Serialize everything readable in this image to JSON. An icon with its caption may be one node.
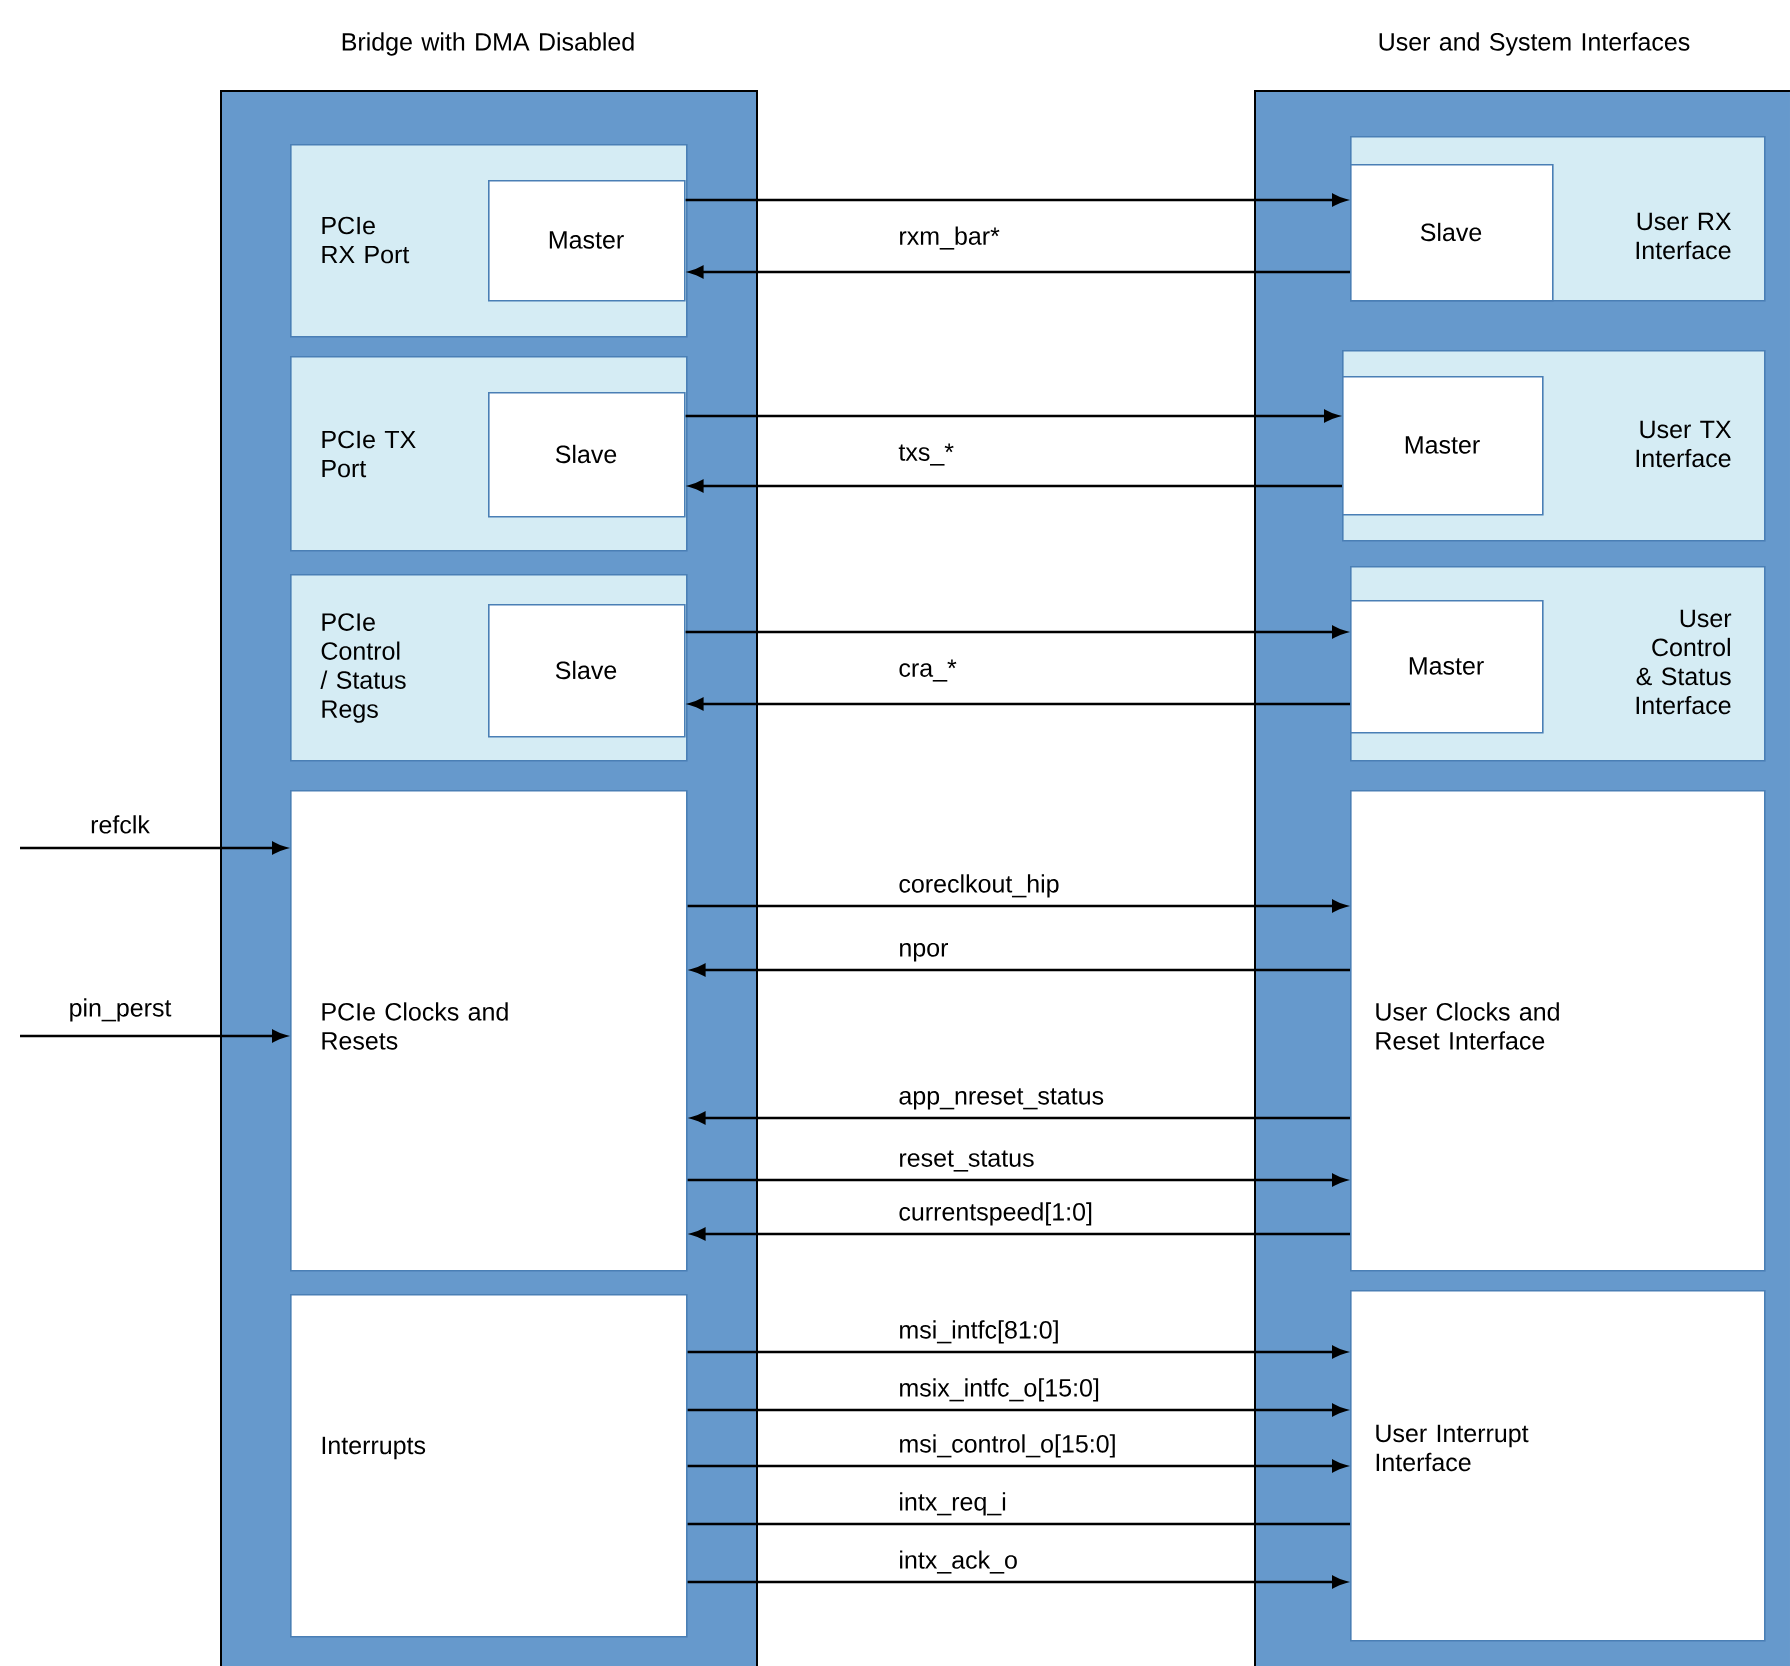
{
  "diagram": {
    "nodes": [
      {
        "text": [
          "Bridge with DMA Disabled"
        ]
      },
      {
        "text": [
          "PCIe RX Port"
        ],
        "in": 0
      },
      {
        "text": [
          "Master"
        ],
        "in": 1
      },
      {
        "text": [
          "PCIe TX Port"
        ],
        "in": 0
      },
      {
        "text": [
          "Slave"
        ],
        "in": 3
      },
      {
        "text": [
          "PCIe Control / Status Regs"
        ],
        "in": 0
      },
      {
        "text": [
          "Slave"
        ],
        "in": 5
      },
      {
        "text": [
          "PCIe Clocks and Resets"
        ],
        "in": 0
      },
      {
        "text": [
          "Interrupts"
        ],
        "in": 0
      },
      {
        "text": [
          "User and System Interfaces"
        ]
      },
      {
        "text": [
          "User RX Interface"
        ],
        "in": 9
      },
      {
        "text": [
          "Slave"
        ],
        "in": 10
      },
      {
        "text": [
          "User TX Interface"
        ],
        "in": 9
      },
      {
        "text": [
          "Master"
        ],
        "in": 12
      },
      {
        "text": [
          "User Control & Status Interface"
        ],
        "in": 9
      },
      {
        "text": [
          "Master"
        ],
        "in": 14
      },
      {
        "text": [
          "User Clocks and Reset Interface"
        ],
        "in": 9
      },
      {
        "text": [
          "User Interrupt Interface"
        ],
        "in": 9
      }
    ],
    "edges": [
      {
        "from": 2,
        "to": 11,
        "arrow": "to",
        "label": "rxm_bar*"
      },
      {
        "from": 11,
        "to": 2,
        "arrow": "to"
      },
      {
        "from": 4,
        "to": 13,
        "arrow": "to",
        "label": "txs_*"
      },
      {
        "from": 13,
        "to": 4,
        "arrow": "to"
      },
      {
        "from": 6,
        "to": 15,
        "arrow": "to",
        "label": "cra_*"
      },
      {
        "from": 15,
        "to": 6,
        "arrow": "to"
      },
      {
        "from": null,
        "to": 7,
        "arrow": "to",
        "label": "refclk"
      },
      {
        "from": null,
        "to": 7,
        "arrow": "to",
        "label": "pin_perst"
      },
      {
        "from": 7,
        "to": 16,
        "arrow": "to",
        "label": "coreclkout_hip"
      },
      {
        "from": 16,
        "to": 7,
        "arrow": "to",
        "label": "npor"
      },
      {
        "from": 16,
        "to": 7,
        "arrow": "to",
        "label": "app_nreset_status"
      },
      {
        "from": 7,
        "to": 16,
        "arrow": "to",
        "label": "reset_status"
      },
      {
        "from": 16,
        "to": 7,
        "arrow": "to",
        "label": "currentspeed[1:0]"
      },
      {
        "from": 8,
        "to": 17,
        "arrow": "to",
        "label": "msi_intfc[81:0]"
      },
      {
        "from": 8,
        "to": 17,
        "arrow": "to",
        "label": "msix_intfc_o[15:0]"
      },
      {
        "from": 8,
        "to": 17,
        "arrow": "to",
        "label": "msi_control_o[15:0]"
      },
      {
        "from": 8,
        "to": 17,
        "arrow": "none",
        "label": "intx_req_i"
      },
      {
        "from": 8,
        "to": 17,
        "arrow": "to",
        "label": "intx_ack_o"
      }
    ]
  }
}
